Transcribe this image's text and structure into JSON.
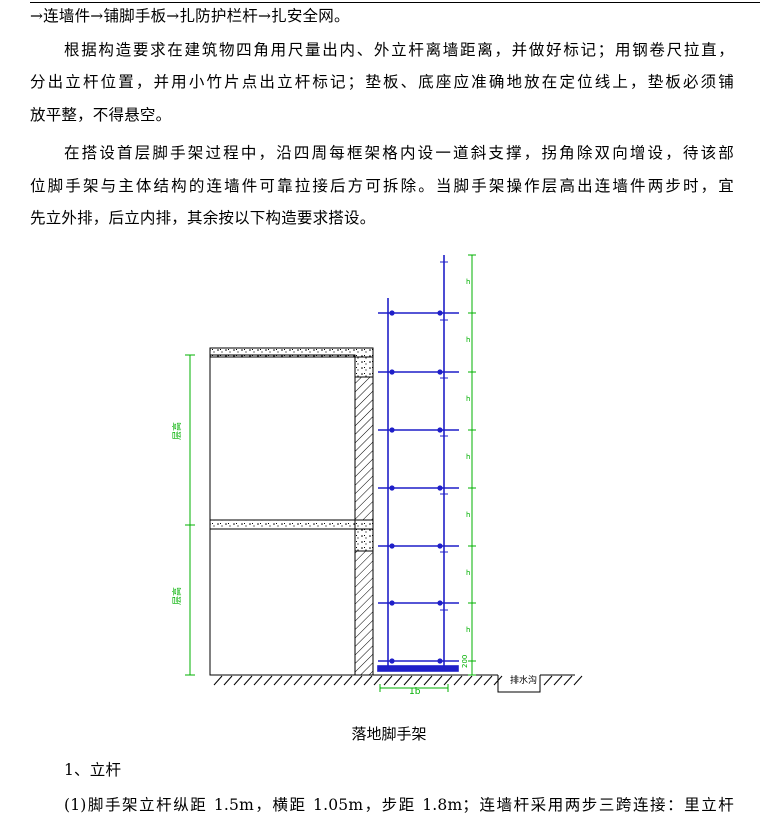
{
  "text": {
    "line0": "→连墙件→铺脚手板→扎防护栏杆→扎安全网。",
    "p1_l1": "根据构造要求在建筑物四角用尺量出内、外立杆离墙距离，并做好标记；用钢卷尺拉直，",
    "p1_l2": "分出立杆位置，并用小竹片点出立杆标记；垫板、底座应准确地放在定位线上，垫板必须铺",
    "p1_l3": "放平整，不得悬空。",
    "p2_l1": "在搭设首层脚手架过程中，沿四周每框架格内设一道斜支撑，拐角除双向增设，待该部",
    "p2_l2": "位脚手架与主体结构的连墙件可靠拉接后方可拆除。当脚手架操作层高出连墙件两步时，宜",
    "p2_l3": "先立外排，后立内排，其余按以下构造要求搭设。",
    "caption": "落地脚手架",
    "section": "1、立杆",
    "item1": "(1)脚手架立杆纵距 1.5m，横距 1.05m，步距 1.8m；连墙杆采用两步三跨连接：里立杆"
  },
  "figure": {
    "floor_height_label": "层高",
    "step_label": "h",
    "bottom_label": "200",
    "width_label": "1b",
    "drain_label": "排水沟",
    "colors": {
      "structure": "#000000",
      "scaffold": "#1f1fc8",
      "dimension": "#00b000"
    }
  }
}
